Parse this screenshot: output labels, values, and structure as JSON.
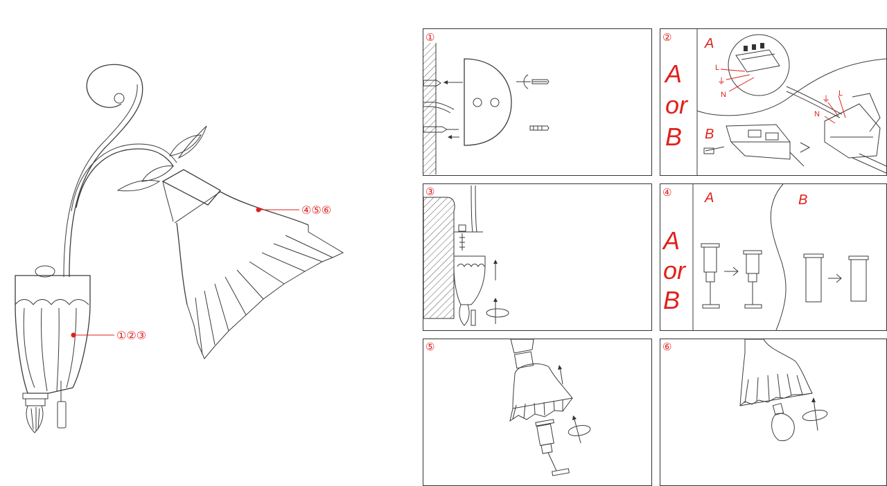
{
  "colors": {
    "accent": "#e0201b",
    "line": "#3a3a3a"
  },
  "overview": {
    "callout_shade": "④⑤⑥",
    "callout_base": "①②③"
  },
  "panels": [
    {
      "number": "①"
    },
    {
      "number": "②",
      "big_or": [
        "A",
        "or",
        "B"
      ],
      "sub_a": "A",
      "sub_b": "B",
      "wire_l": "L",
      "wire_n": "N",
      "ground_icon": "⏚"
    },
    {
      "number": "③"
    },
    {
      "number": "④",
      "big_or": [
        "A",
        "or",
        "B"
      ],
      "sub_a": "A",
      "sub_b": "B"
    },
    {
      "number": "⑤"
    },
    {
      "number": "⑥"
    }
  ]
}
